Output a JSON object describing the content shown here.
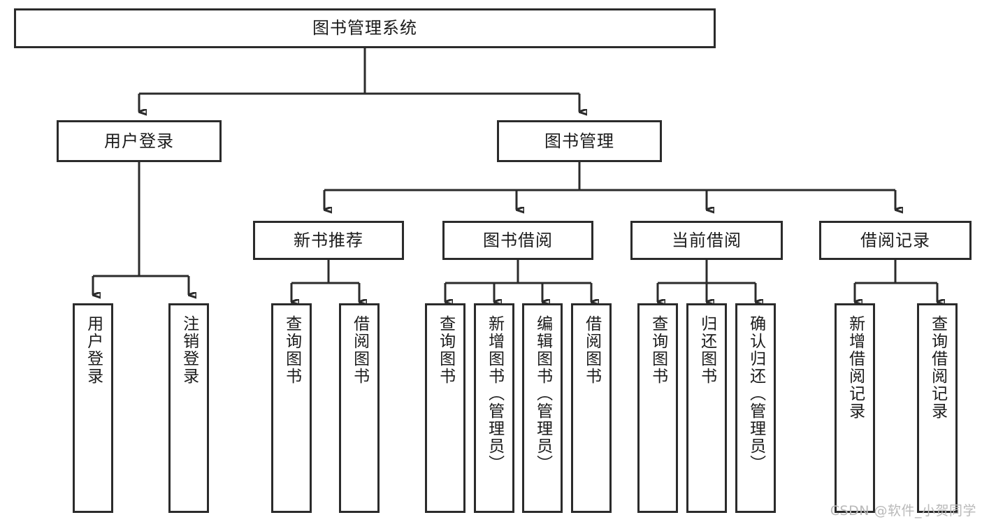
{
  "diagram": {
    "type": "tree",
    "title": "图书管理系统",
    "watermark": "CSDN @软件_小贺同学",
    "colors": {
      "box_border": "#2b2b2b",
      "box_fill": "#ffffff",
      "text": "#1b1b1b",
      "connector": "#2b2b2b",
      "watermark": "#b9b9b9",
      "background": "#ffffff"
    },
    "root": {
      "label": "图书管理系统"
    },
    "level2": [
      {
        "label": "用户登录"
      },
      {
        "label": "图书管理"
      }
    ],
    "level3": [
      {
        "label": "新书推荐"
      },
      {
        "label": "图书借阅"
      },
      {
        "label": "当前借阅"
      },
      {
        "label": "借阅记录"
      }
    ],
    "leaves": {
      "user_login": [
        {
          "label": "用户登录"
        },
        {
          "label": "注销登录"
        }
      ],
      "new_book_recommend": [
        {
          "label": "查询图书"
        },
        {
          "label": "借阅图书"
        }
      ],
      "book_borrow": [
        {
          "label": "查询图书"
        },
        {
          "label": "新增图书（管理员）"
        },
        {
          "label": "编辑图书（管理员）"
        },
        {
          "label": "借阅图书"
        }
      ],
      "current_borrow": [
        {
          "label": "查询图书"
        },
        {
          "label": "归还图书"
        },
        {
          "label": "确认归还（管理员）"
        }
      ],
      "borrow_records": [
        {
          "label": "新增借阅记录"
        },
        {
          "label": "查询借阅记录"
        }
      ]
    }
  }
}
